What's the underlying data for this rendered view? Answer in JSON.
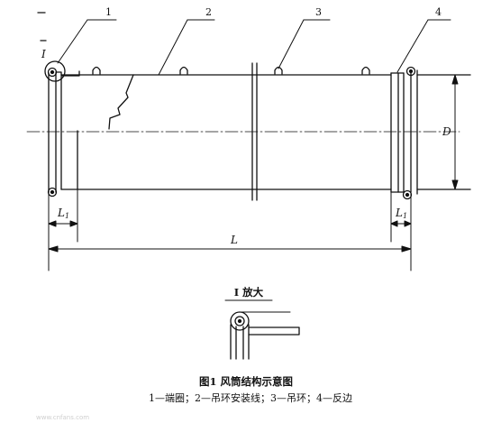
{
  "callouts": [
    "1",
    "2",
    "3",
    "4"
  ],
  "detail_marker": "I",
  "dimensions": {
    "diameter": "D",
    "length": "L",
    "flange_base": "L",
    "flange_subscript": "1"
  },
  "detail_view_title": "I 放大",
  "caption": {
    "title": "图1 风筒结构示意图",
    "legend": "1—端圈；2—吊环安装线；3—吊环；4—反边"
  },
  "watermark": "www.cnfans.com"
}
